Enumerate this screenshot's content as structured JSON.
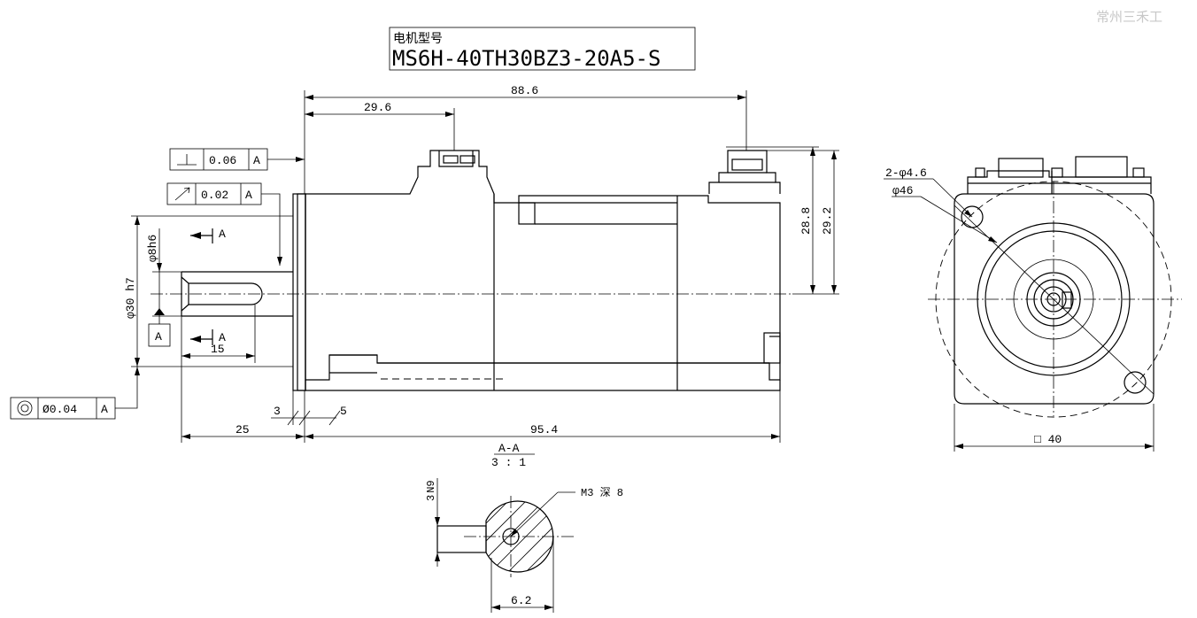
{
  "watermark": "常州三禾工",
  "model": {
    "label": "电机型号",
    "value": "MS6H-40TH30BZ3-20A5-S"
  },
  "dimensions": {
    "overall_length": "88.6",
    "connector_offset": "29.6",
    "height_center_a": "28.8",
    "height_center_b": "29.2",
    "shaft_diameter": "φ8h6",
    "pilot_diameter": "φ30 h7",
    "key_length": "15",
    "shaft_length": "25",
    "flange_thickness": "3",
    "pilot_depth": "5",
    "body_length": "95.4",
    "mount_holes": "2-φ4.6",
    "bolt_circle": "φ46",
    "flange_square": "□ 40",
    "key_height": "N9",
    "key_height_prefix": "3",
    "flat_width": "6.2",
    "tapped_hole": "M3 深 8"
  },
  "tolerances": {
    "perpendicularity": {
      "value": "0.06",
      "datum": "A"
    },
    "runout": {
      "value": "0.02",
      "datum": "A"
    },
    "concentricity": {
      "value": "Ø0.04",
      "datum": "A"
    },
    "datum_label": "A"
  },
  "section": {
    "label": "A-A",
    "scale": "3 : 1",
    "arrow_label_top": "A",
    "arrow_label_bottom": "A"
  }
}
